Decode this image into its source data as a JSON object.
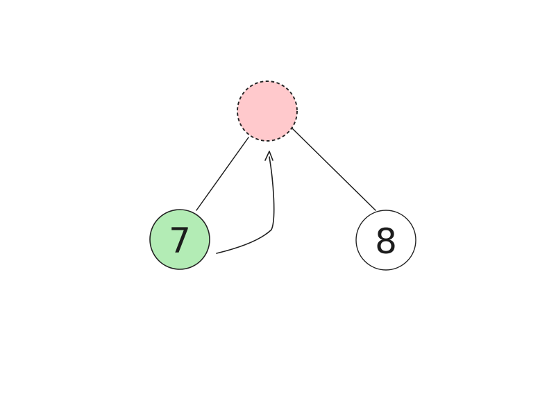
{
  "diagram": {
    "type": "binary-tree-insert-step",
    "colors": {
      "background": "#ffffff",
      "edge_stroke": "#1f1f1f",
      "node_stroke": "#232323",
      "arrow_stroke": "#1f1f1f",
      "text": "#1c1c1c",
      "placeholder_fill": "#ffc9cc",
      "highlight_fill": "#b3ecb5",
      "default_fill": "#ffffff"
    },
    "nodes": [
      {
        "id": "placeholder-parent",
        "label": "",
        "fill": "#ffc9cc",
        "border_style": "dashed",
        "role": "pending-parent-slot"
      },
      {
        "id": "node-7",
        "label": "7",
        "fill": "#b3ecb5",
        "border_style": "solid",
        "role": "highlighted-node"
      },
      {
        "id": "node-8",
        "label": "8",
        "fill": "#ffffff",
        "border_style": "solid",
        "role": "default-node"
      }
    ],
    "edges": [
      {
        "from": "placeholder-parent",
        "to": "node-7"
      },
      {
        "from": "placeholder-parent",
        "to": "node-8"
      }
    ],
    "arrow": {
      "from": "node-7",
      "to": "placeholder-parent",
      "style": "curved",
      "direction": "up"
    }
  }
}
